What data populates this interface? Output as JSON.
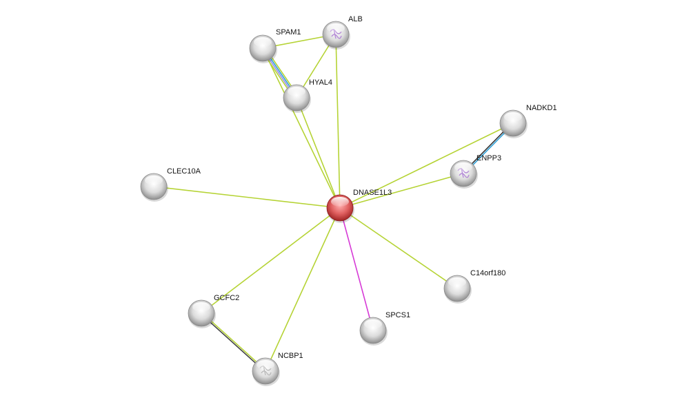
{
  "nodes": [
    {
      "id": "DNASE1L3",
      "label": "DNASE1L3",
      "color": "#d23b3b",
      "query": true
    },
    {
      "id": "ALB",
      "label": "ALB",
      "color": "#c8c8c8",
      "structure": true
    },
    {
      "id": "SPAM1",
      "label": "SPAM1",
      "color": "#c8c8c8"
    },
    {
      "id": "HYAL4",
      "label": "HYAL4",
      "color": "#c8c8c8"
    },
    {
      "id": "NADKD1",
      "label": "NADKD1",
      "color": "#c8c8c8"
    },
    {
      "id": "ENPP3",
      "label": "ENPP3",
      "color": "#c8c8c8",
      "structure": true
    },
    {
      "id": "CLEC10A",
      "label": "CLEC10A",
      "color": "#c8c8c8"
    },
    {
      "id": "C14orf180",
      "label": "C14orf180",
      "color": "#c8c8c8"
    },
    {
      "id": "SPCS1",
      "label": "SPCS1",
      "color": "#c8c8c8"
    },
    {
      "id": "GCFC2",
      "label": "GCFC2",
      "color": "#c8c8c8"
    },
    {
      "id": "NCBP1",
      "label": "NCBP1",
      "color": "#c8c8c8",
      "structure": true
    }
  ],
  "edges": [
    {
      "a": "SPAM1",
      "b": "ALB",
      "colors": [
        "#b5d334"
      ]
    },
    {
      "a": "SPAM1",
      "b": "HYAL4",
      "colors": [
        "#b5d334",
        "#2fa0d8",
        "#9a8ae8",
        "#b5d334"
      ]
    },
    {
      "a": "ALB",
      "b": "HYAL4",
      "colors": [
        "#b5d334"
      ]
    },
    {
      "a": "SPAM1",
      "b": "DNASE1L3",
      "colors": [
        "#b5d334"
      ]
    },
    {
      "a": "HYAL4",
      "b": "DNASE1L3",
      "colors": [
        "#b5d334"
      ]
    },
    {
      "a": "ALB",
      "b": "DNASE1L3",
      "colors": [
        "#b5d334"
      ]
    },
    {
      "a": "NADKD1",
      "b": "DNASE1L3",
      "colors": [
        "#b5d334"
      ]
    },
    {
      "a": "NADKD1",
      "b": "ENPP3",
      "colors": [
        "#2fa0d8",
        "#333333"
      ]
    },
    {
      "a": "ENPP3",
      "b": "DNASE1L3",
      "colors": [
        "#b5d334"
      ]
    },
    {
      "a": "CLEC10A",
      "b": "DNASE1L3",
      "colors": [
        "#b5d334"
      ]
    },
    {
      "a": "C14orf180",
      "b": "DNASE1L3",
      "colors": [
        "#b5d334"
      ]
    },
    {
      "a": "SPCS1",
      "b": "DNASE1L3",
      "colors": [
        "#d63ad6"
      ]
    },
    {
      "a": "GCFC2",
      "b": "DNASE1L3",
      "colors": [
        "#b5d334"
      ]
    },
    {
      "a": "NCBP1",
      "b": "DNASE1L3",
      "colors": [
        "#b5d334"
      ]
    },
    {
      "a": "GCFC2",
      "b": "NCBP1",
      "colors": [
        "#b5d334",
        "#444444"
      ]
    }
  ]
}
